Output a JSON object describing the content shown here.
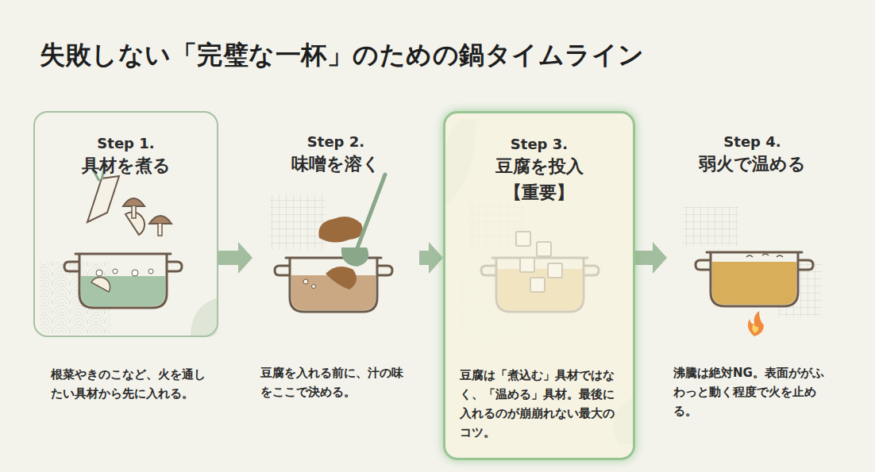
{
  "diagram": {
    "title": "失敗しない「完璧な一杯」のための鍋タイムライン",
    "nodes": [
      {
        "text": [
          "Step 1.",
          "具材を煮る",
          "根菜やきのこなど、火を通したい具材から先に入れる。"
        ]
      },
      {
        "text": [
          "Step 2.",
          "味噌を溶く",
          "豆腐を入れる前に、汁の味をここで決める。"
        ]
      },
      {
        "text": [
          "Step 3.",
          "豆腐を投入",
          "【重要】",
          "豆腐は「煮込む」具材ではなく、「温める」具材。最後に入れるのが崩崩れない最大のコツ。"
        ]
      },
      {
        "text": [
          "Step 4.",
          "弱火で温める",
          "沸騰は絶対NG。表面ががふわっと動く程度で火を止める。"
        ]
      }
    ],
    "edges": [
      {
        "from": 0,
        "to": 1,
        "arrow": "to"
      },
      {
        "from": 1,
        "to": 2,
        "arrow": "to"
      },
      {
        "from": 2,
        "to": 3,
        "arrow": "to"
      }
    ]
  }
}
